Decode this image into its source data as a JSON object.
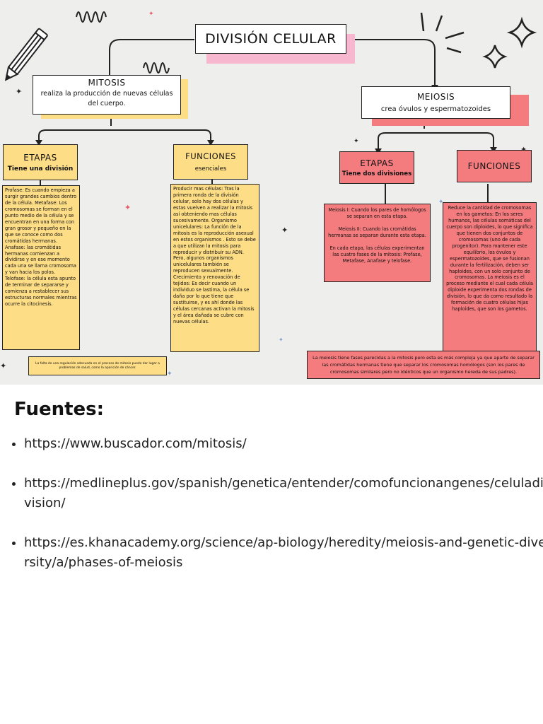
{
  "title": "DIVISIÓN CELULAR",
  "mitosis": {
    "header": "MITOSIS",
    "description": "realiza la producción de nuevas células del cuerpo.",
    "etapas": {
      "header": "ETAPAS",
      "subtitle": "Tiene una división",
      "text": "Profase: Es cuando empieza a surgir grandes cambios dentro de la célula. Metafase: Los cromosomas se forman en el punto medio de la célula y se encuentran en una forma con gran grosor y pequeño en la que se conoce como dos cromátidas hermanas. Anafase: las cromátidas hermanas comienzan a dividirse y en ese momento cada una se llama cromosoma y van hacia los polos. Telofase: la célula esta apunto de terminar de separarse y comienza a restablecer sus estructuras normales mientras ocurre la citocinesis."
    },
    "funciones": {
      "header": "FUNCIONES",
      "subtitle": "esenciales",
      "text": "Producir mas células: Tras la primera ronda de la división celular, solo hay dos células y estas vuelven a realizar la mitosis así obteniendo mas células sucesivamente. Organismo unicelulares: La función de la mitosis es la reproducción asexual en estos organismos . Esto se debe a que utilizan la mitosis para reproducir y distribuir su ADN. Pero, algunos organismos unicelulares también se reproducen sexualmente. Crecimiento y renovación de tejidos: Es decir cuando un individuo se lastima, la célula se daña por lo que tiene que sustituirse, y es ahí donde las células cercanas activan la mitosis y el área dañada se cubre con nuevas células."
    },
    "note": "La falta de una regulación adecuada en el proceso de mitosis puede dar lugar a problemas de salud, como la aparición de cáncer."
  },
  "meiosis": {
    "header": "MEIOSIS",
    "description": "crea óvulos y espermatozoides",
    "etapas": {
      "header": "ETAPAS",
      "subtitle": "Tiene dos divisiones",
      "text_1": "Meiosis I: Cuando los pares de homólogos se separan en esta etapa.",
      "text_2": "Meiosis II: Cuando las cromátidas hermanas se separan durante esta etapa.",
      "text_3": "En cada etapa, las células experimentan las cuatro fases de la mitosis: Profase, Metafase, Anafase y telofase."
    },
    "funciones": {
      "header": "FUNCIONES",
      "text": "Reduce la cantidad de cromosomas en los gametos: En los seres humanos, las células somáticas del cuerpo son diploides, lo que significa que tienen dos conjuntos de cromosomas (uno de cada progenitor). Para mantener este equilibrio, los óvulos y espermatozoides, que se fusionan durante la fertilización, deben ser haploides, con un solo conjunto de cromosomas. La meiosis es el proceso mediante el cual cada célula diploide experimenta dos rondas de división, lo que da como resultado la formación de cuatro células hijas haploides, que son los gametos."
    },
    "note": "La meiosis tiene fases parecidas a la mitosis pero esta es más compleja ya que aparte de separar las cromátidas hermanas tiene que separar los cromosomas homólogos (son los pares de cromosomas similares pero no idénticos que un organismo hereda de sus padres)."
  },
  "sources": {
    "heading": "Fuentes:",
    "links": [
      "https://www.buscador.com/mitosis/",
      "https://medlineplus.gov/spanish/genetica/entender/comofuncionangenes/celuladivision/",
      "https://es.khanacademy.org/science/ap-biology/heredity/meiosis-and-genetic-diversity/a/phases-of-meiosis"
    ]
  },
  "colors": {
    "yellow": "#fedd87",
    "red": "#f57c7e",
    "pink_shadow": "#f7b8cf",
    "background": "#eeeeec"
  },
  "icons": [
    "pencil-icon",
    "squiggle-icon",
    "sparkle-icon",
    "star-icon"
  ]
}
